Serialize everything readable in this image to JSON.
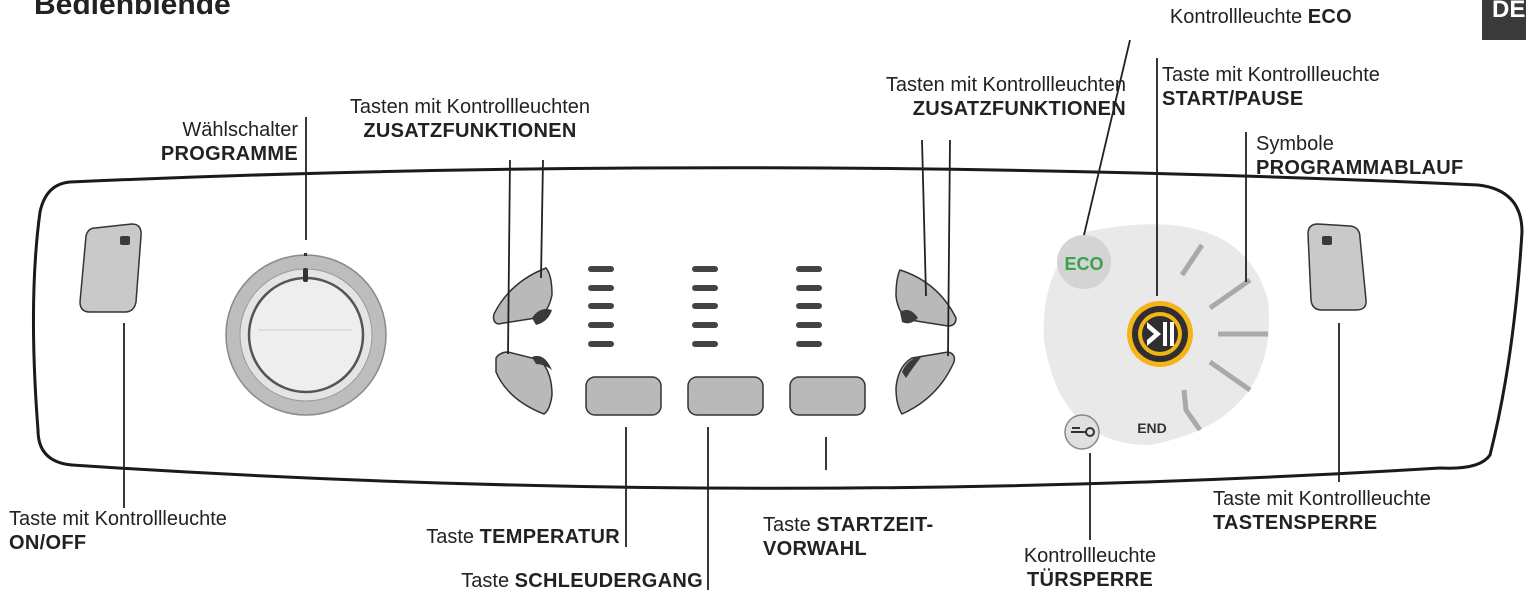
{
  "title": "Bedienblende",
  "corner_tab": "DE",
  "labels": {
    "eco_led": {
      "normal": "Kontrollleuchte ",
      "bold": "ECO"
    },
    "zusatz_right": {
      "normal": "Tasten mit Kontrollleuchten",
      "bold": "ZUSATZFUNKTIONEN"
    },
    "start_pause": {
      "normal": "Taste mit Kontrollleuchte",
      "bold": "START/PAUSE"
    },
    "zusatz_left": {
      "normal": "Tasten mit Kontrollleuchten",
      "bold": "ZUSATZFUNKTIONEN"
    },
    "programme": {
      "normal": "Wählschalter",
      "bold": "PROGRAMME"
    },
    "programmablauf": {
      "normal": "Symbole",
      "bold": "PROGRAMMABLAUF"
    },
    "on_off": {
      "normal": "Taste mit Kontrollleuchte",
      "bold": "ON/OFF"
    },
    "temperatur": {
      "normal": "Taste ",
      "bold": "TEMPERATUR"
    },
    "schleudergang": {
      "normal": "Taste ",
      "bold": "SCHLEUDERGANG"
    },
    "startzeit": {
      "normal": "Taste ",
      "bold": "STARTZEIT-",
      "bold2": "VORWAHL"
    },
    "tuersperre": {
      "normal": "Kontrollleuchte",
      "bold": "TÜRSPERRE"
    },
    "tastensperre": {
      "normal": "Taste mit Kontrollleuchte",
      "bold": "TASTENSPERRE"
    }
  },
  "panel": {
    "eco_text": "ECO",
    "end_text": "END",
    "eco_color": "#3aa24a",
    "start_ring_color": "#f2b417",
    "icons": [
      "play-pause-icon",
      "key-icon"
    ]
  }
}
